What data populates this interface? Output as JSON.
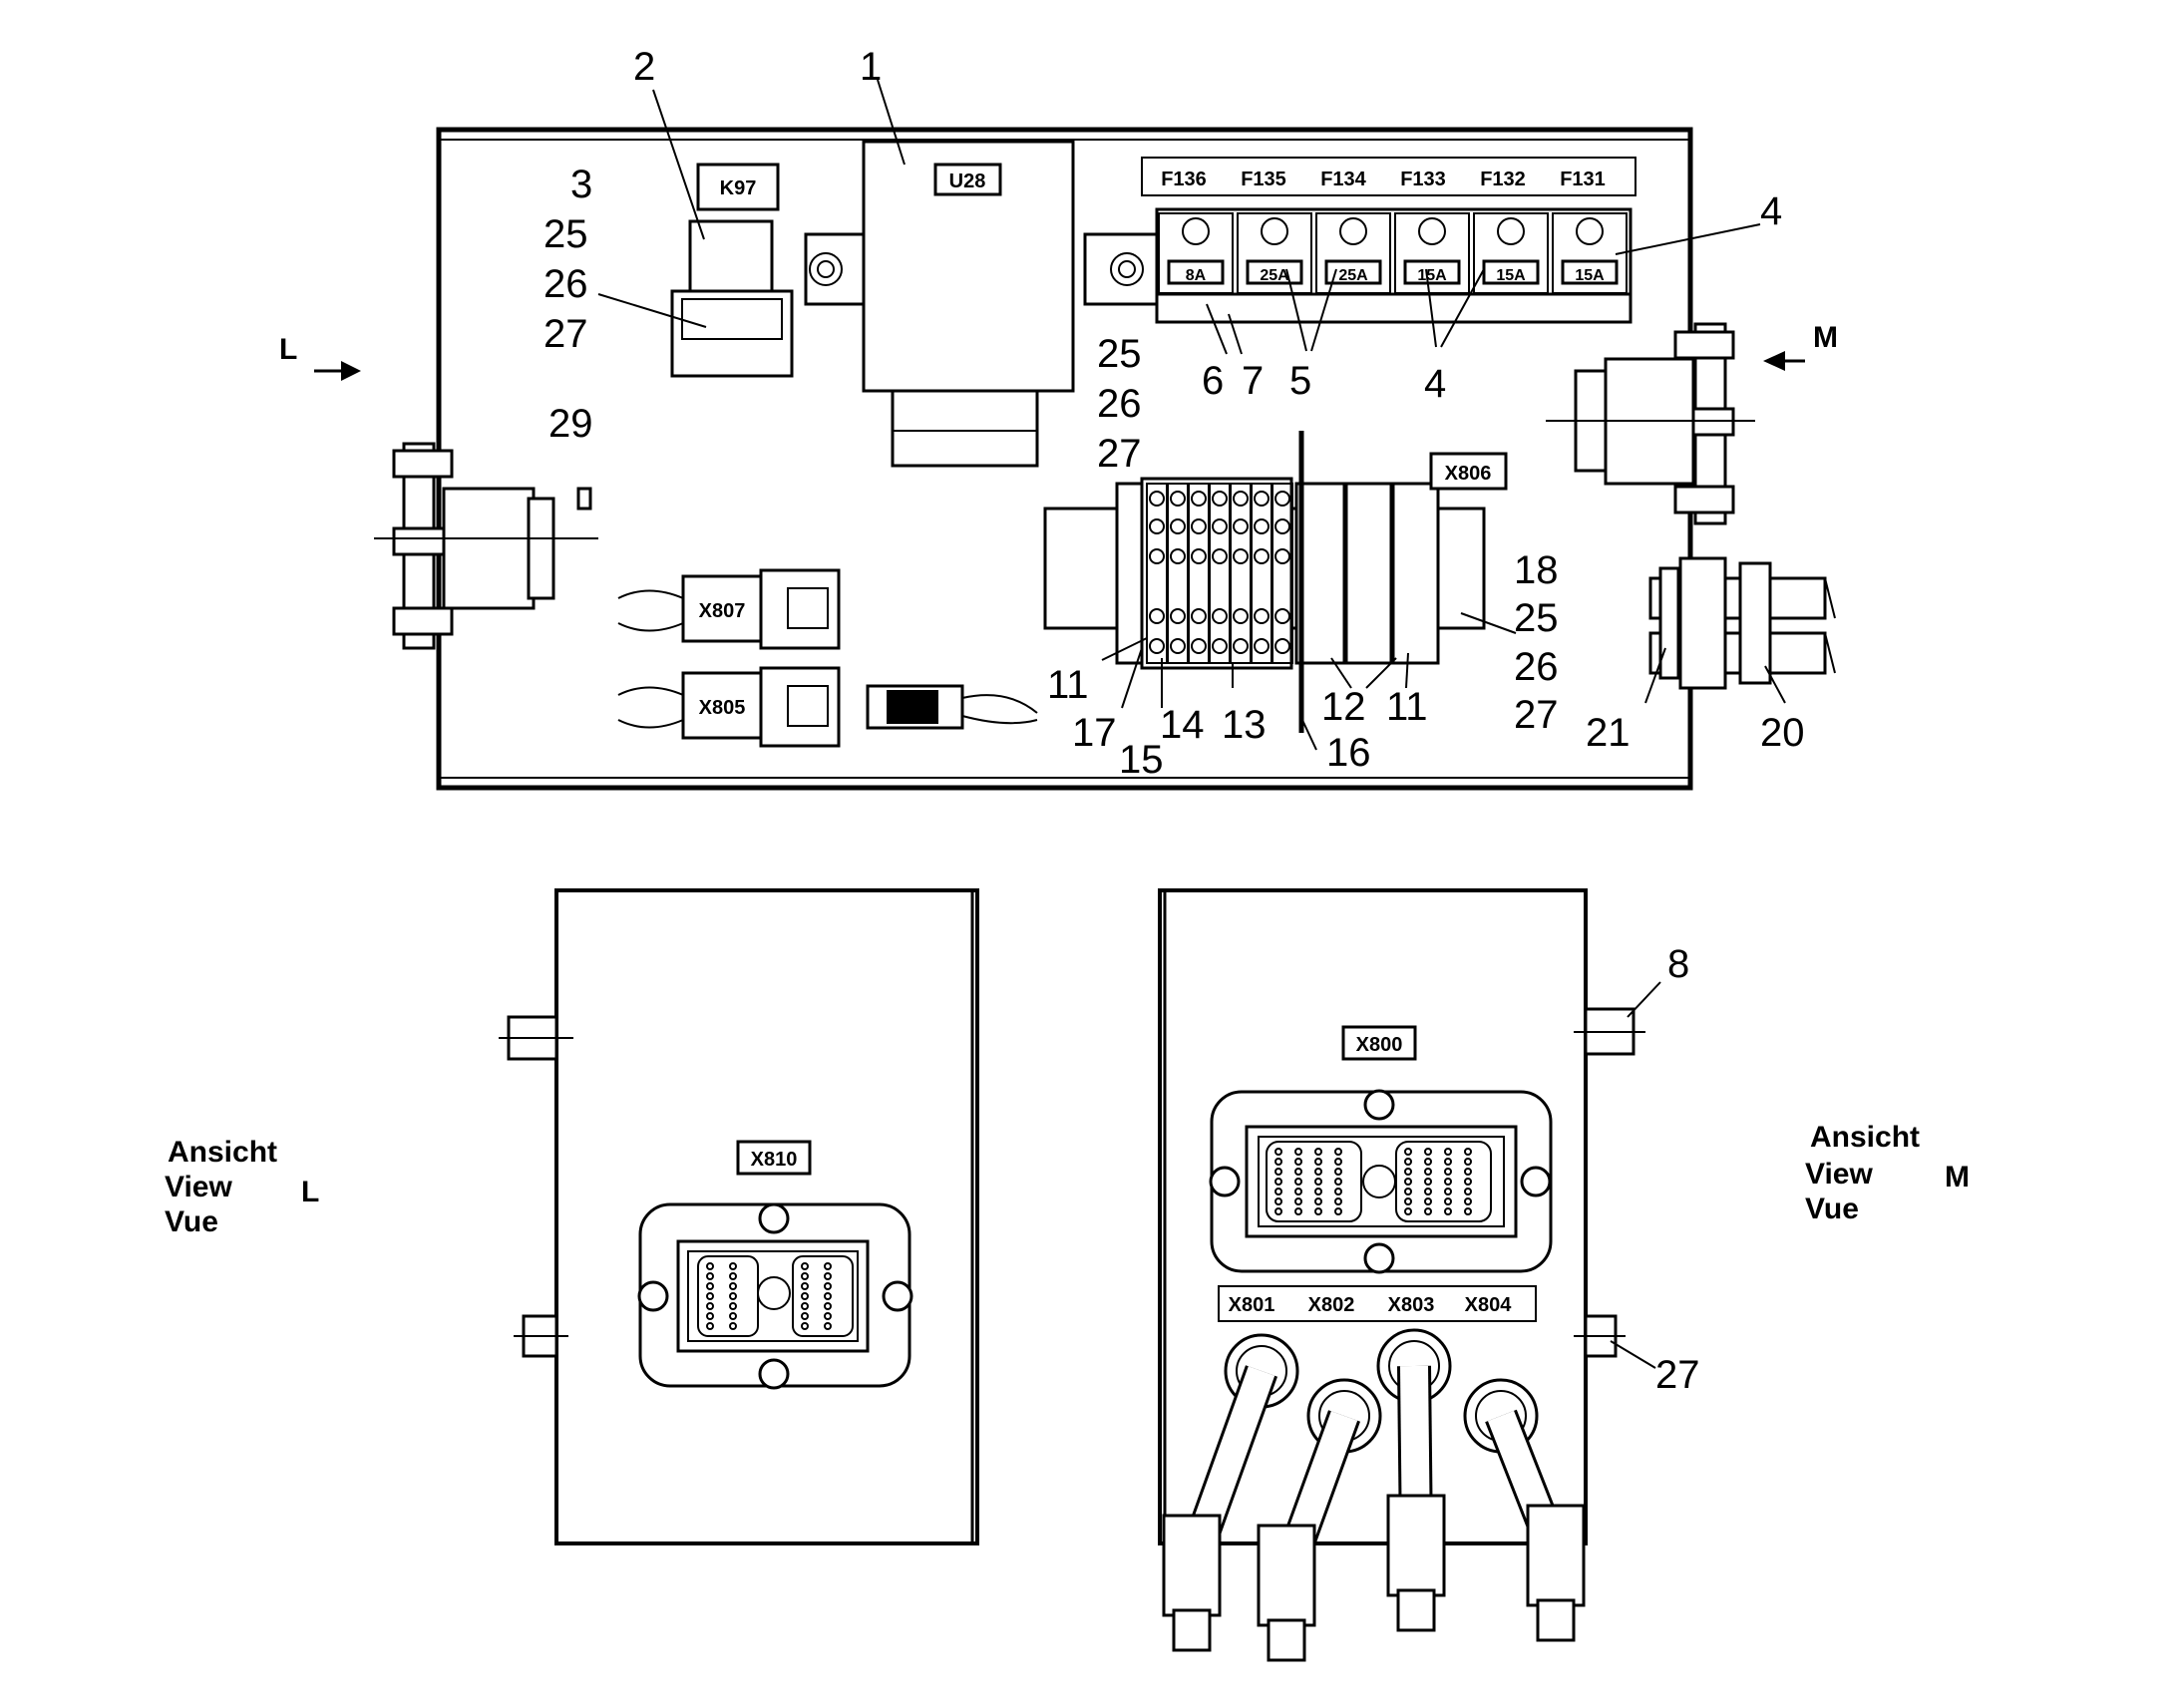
{
  "top_view": {
    "component_labels": {
      "k97": "K97",
      "u28": "U28",
      "x806": "X806",
      "x807": "X807",
      "x805": "X805"
    },
    "fuse_labels": [
      "F136",
      "F135",
      "F134",
      "F133",
      "F132",
      "F131"
    ],
    "fuse_ratings": [
      "8A",
      "25A",
      "25A",
      "15A",
      "15A",
      "15A"
    ],
    "arrows": {
      "left": "L",
      "right": "M"
    },
    "callouts": {
      "n1": "1",
      "n2": "2",
      "n3": "3",
      "n25a": "25",
      "n26a": "26",
      "n27a": "27",
      "n4a": "4",
      "n25b": "25",
      "n26b": "26",
      "n27b": "27",
      "n6": "6",
      "n7": "7",
      "n5": "5",
      "n4b": "4",
      "n29": "29",
      "n18": "18",
      "n25c": "25",
      "n26c": "26",
      "n27c": "27",
      "n11a": "11",
      "n17": "17",
      "n15": "15",
      "n14": "14",
      "n13": "13",
      "n12": "12",
      "n11b": "11",
      "n16": "16",
      "n21": "21",
      "n20": "20"
    }
  },
  "view_l": {
    "caption": [
      "Ansicht",
      "View",
      "Vue"
    ],
    "letter": "L",
    "connector_label": "X810"
  },
  "view_m": {
    "caption": [
      "Ansicht",
      "View",
      "Vue"
    ],
    "letter": "M",
    "connector_label": "X800",
    "port_labels": [
      "X801",
      "X802",
      "X803",
      "X804"
    ],
    "callouts": {
      "n8": "8",
      "n27": "27"
    }
  }
}
